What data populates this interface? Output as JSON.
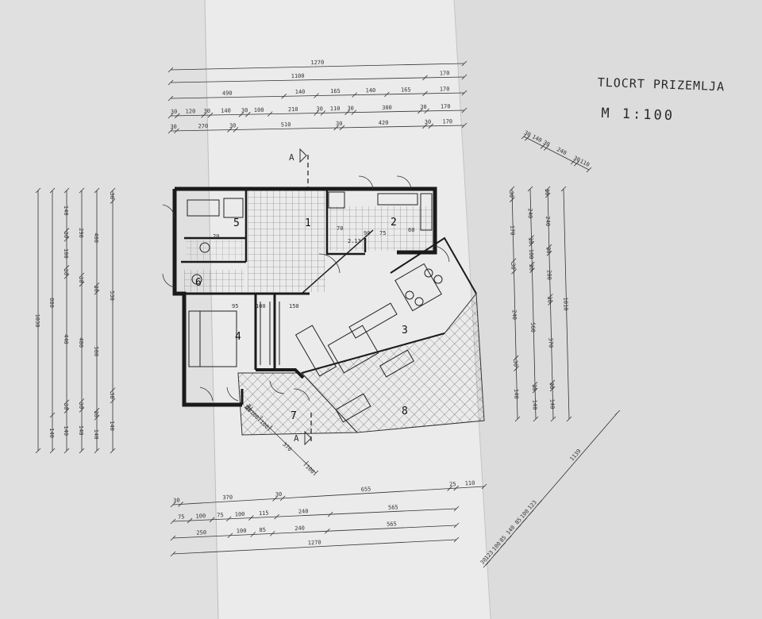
{
  "title": {
    "line1": "TLOCRT PRIZEMLJA",
    "line2": "M 1:100"
  },
  "section_marker": "A",
  "rooms": [
    "1",
    "2",
    "3",
    "4",
    "5",
    "6",
    "7",
    "8"
  ],
  "dims": {
    "top": {
      "row1": [
        "1270"
      ],
      "row2": [
        "1100",
        "170"
      ],
      "row3": [
        "490",
        "140",
        "165",
        "140",
        "165",
        "170"
      ],
      "row4": [
        "30",
        "120",
        "30",
        "140",
        "30",
        "100",
        "210",
        "30",
        "110",
        "30",
        "300",
        "30",
        "170"
      ],
      "row5": [
        "30",
        "270",
        "30",
        "510",
        "30",
        "420",
        "30",
        "170"
      ]
    },
    "bottom": {
      "row1": [
        "30",
        "370",
        "30",
        "655",
        "25",
        "110"
      ],
      "row2": [
        "75",
        "100",
        "75",
        "100",
        "115",
        "240",
        "565"
      ],
      "row3": [
        "250",
        "100",
        "85",
        "240",
        "565"
      ],
      "row4": [
        "1270"
      ]
    },
    "left": {
      "col1": [
        "1030"
      ],
      "col2": [
        "880",
        "140"
      ],
      "col3": [
        "140",
        "30",
        "100",
        "30",
        "440",
        "30",
        "140"
      ],
      "col4": [
        "290",
        "30",
        "400",
        "30",
        "140"
      ],
      "col5": [
        "400",
        "30",
        "500",
        "30",
        "140"
      ],
      "col6": [
        "30",
        "530",
        "30",
        "140"
      ]
    },
    "right": {
      "col1": [
        "1010"
      ],
      "col2": [
        "30",
        "240",
        "30",
        "200",
        "30",
        "370",
        "30",
        "140"
      ],
      "col3": [
        "240",
        "30",
        "100",
        "30",
        "560",
        "30",
        "140"
      ],
      "col4": [
        "30",
        "170",
        "30",
        "240",
        "30",
        "140"
      ]
    },
    "diag_tr": [
      "30",
      "140",
      "30",
      "240",
      "30",
      "110"
    ],
    "diag_br": [
      "30",
      "123",
      "100",
      "85",
      "140",
      "85",
      "100",
      "123",
      "1139"
    ],
    "diag_bl": [
      "10",
      "20",
      "100",
      "100",
      "370",
      "100"
    ]
  },
  "inner_dims": [
    "95",
    "100",
    "150",
    "20",
    "70",
    "90",
    "2.13",
    "75",
    "60"
  ]
}
